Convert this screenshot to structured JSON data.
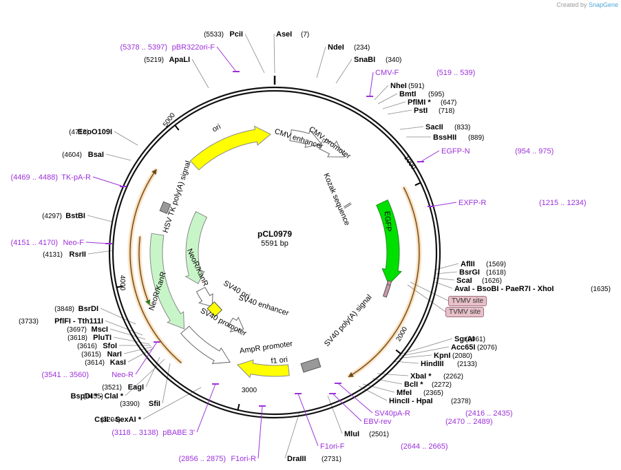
{
  "credit": {
    "prefix": "Created by",
    "brand": "SnapGene"
  },
  "plasmid": {
    "name": "pCL0979",
    "size": "5591 bp"
  },
  "ticks": [
    "1000",
    "2000",
    "3000",
    "4000",
    "5000"
  ],
  "enzymes": [
    {
      "name": "PciI",
      "pos": "(5533)"
    },
    {
      "name": "AseI",
      "pos": "(7)"
    },
    {
      "name": "NdeI",
      "pos": "(234)"
    },
    {
      "name": "SnaBI",
      "pos": "(340)"
    },
    {
      "name": "NheI",
      "pos": "(591)"
    },
    {
      "name": "BmtI",
      "pos": "(595)"
    },
    {
      "name": "PflMI *",
      "pos": "(647)"
    },
    {
      "name": "PstI",
      "pos": "(718)"
    },
    {
      "name": "SacII",
      "pos": "(833)"
    },
    {
      "name": "BssHII",
      "pos": "(889)"
    },
    {
      "name": "AflII",
      "pos": "(1569)"
    },
    {
      "name": "BsrGI",
      "pos": "(1618)"
    },
    {
      "name": "ScaI",
      "pos": "(1626)"
    },
    {
      "name": "AvaI - BsoBI - PaeR7I - XhoI",
      "pos": "(1635)"
    },
    {
      "name": "SgrAI",
      "pos": "(2061)"
    },
    {
      "name": "Acc65I",
      "pos": "(2076)"
    },
    {
      "name": "KpnI",
      "pos": "(2080)"
    },
    {
      "name": "HindIII",
      "pos": "(2133)"
    },
    {
      "name": "XbaI *",
      "pos": "(2262)"
    },
    {
      "name": "BclI *",
      "pos": "(2272)"
    },
    {
      "name": "MfeI",
      "pos": "(2365)"
    },
    {
      "name": "HincII - HpaI",
      "pos": "(2378)"
    },
    {
      "name": "MluI",
      "pos": "(2501)"
    },
    {
      "name": "DraIII",
      "pos": "(2731)"
    },
    {
      "name": "CsiI - SexAI *",
      "pos": "(3204)"
    },
    {
      "name": "SfiI",
      "pos": "(3390)"
    },
    {
      "name": "BspDI * - ClaI *",
      "pos": "(3455)"
    },
    {
      "name": "EagI",
      "pos": "(3521)"
    },
    {
      "name": "KasI",
      "pos": "(3614)"
    },
    {
      "name": "NarI",
      "pos": "(3615)"
    },
    {
      "name": "SfoI",
      "pos": "(3616)"
    },
    {
      "name": "PluTI",
      "pos": "(3618)"
    },
    {
      "name": "MscI",
      "pos": "(3697)"
    },
    {
      "name": "PflFI - Tth111I",
      "pos": "(3733)"
    },
    {
      "name": "BsrDI",
      "pos": "(3848)"
    },
    {
      "name": "RsrII",
      "pos": "(4131)"
    },
    {
      "name": "BstBI",
      "pos": "(4297)"
    },
    {
      "name": "BsaI",
      "pos": "(4604)"
    },
    {
      "name": "EcoO109I",
      "pos": "(4713)"
    },
    {
      "name": "ApaLI",
      "pos": "(5219)"
    }
  ],
  "primers": [
    {
      "name": "pBR322ori-F",
      "range": "(5378 .. 5397)"
    },
    {
      "name": "CMV-F",
      "range": "(519 .. 539)"
    },
    {
      "name": "EGFP-N",
      "range": "(954 .. 975)"
    },
    {
      "name": "EXFP-R",
      "range": "(1215 .. 1234)"
    },
    {
      "name": "TK-pA-R",
      "range": "(4469 .. 4488)"
    },
    {
      "name": "Neo-F",
      "range": "(4151 .. 4170)"
    },
    {
      "name": "Neo-R",
      "range": "(3541 .. 3560)"
    },
    {
      "name": "SV40pA-R",
      "range": "(2416 .. 2435)"
    },
    {
      "name": "EBV-rev",
      "range": "(2470 .. 2489)"
    },
    {
      "name": "F1ori-F",
      "range": "(2644 .. 2665)"
    },
    {
      "name": "F1ori-R",
      "range": "(2856 .. 2875)"
    },
    {
      "name": "pBABE 3'",
      "range": "(3118 .. 3138)"
    }
  ],
  "features": {
    "cmv_enhancer": "CMV enhancer",
    "cmv_promoter": "CMV promoter",
    "kozak": "Kozak sequence",
    "egfp": "EGFP",
    "ori": "ori",
    "hsv_tk": "HSV TK poly(A) signal",
    "neor_outer": "NeoR/KanR",
    "neor_inner": "NeoR/KanR",
    "sv40_ori": "SV40 ori",
    "sv40_enhancer": "SV40 enhancer",
    "sv40_promoter": "SV40 promoter",
    "ampr_promoter": "AmpR promoter",
    "f1_ori": "f1 ori",
    "sv40_polya": "SV40 poly(A) signal"
  },
  "badges": [
    "TVMV site",
    "TVMV site"
  ],
  "colors": {
    "egfp": "#00e000",
    "ori": "#ffff00",
    "neor": "#c8f5c8",
    "primer": "#9b30d9",
    "orf": "#e8a040",
    "badge": "#e7c0c8"
  }
}
